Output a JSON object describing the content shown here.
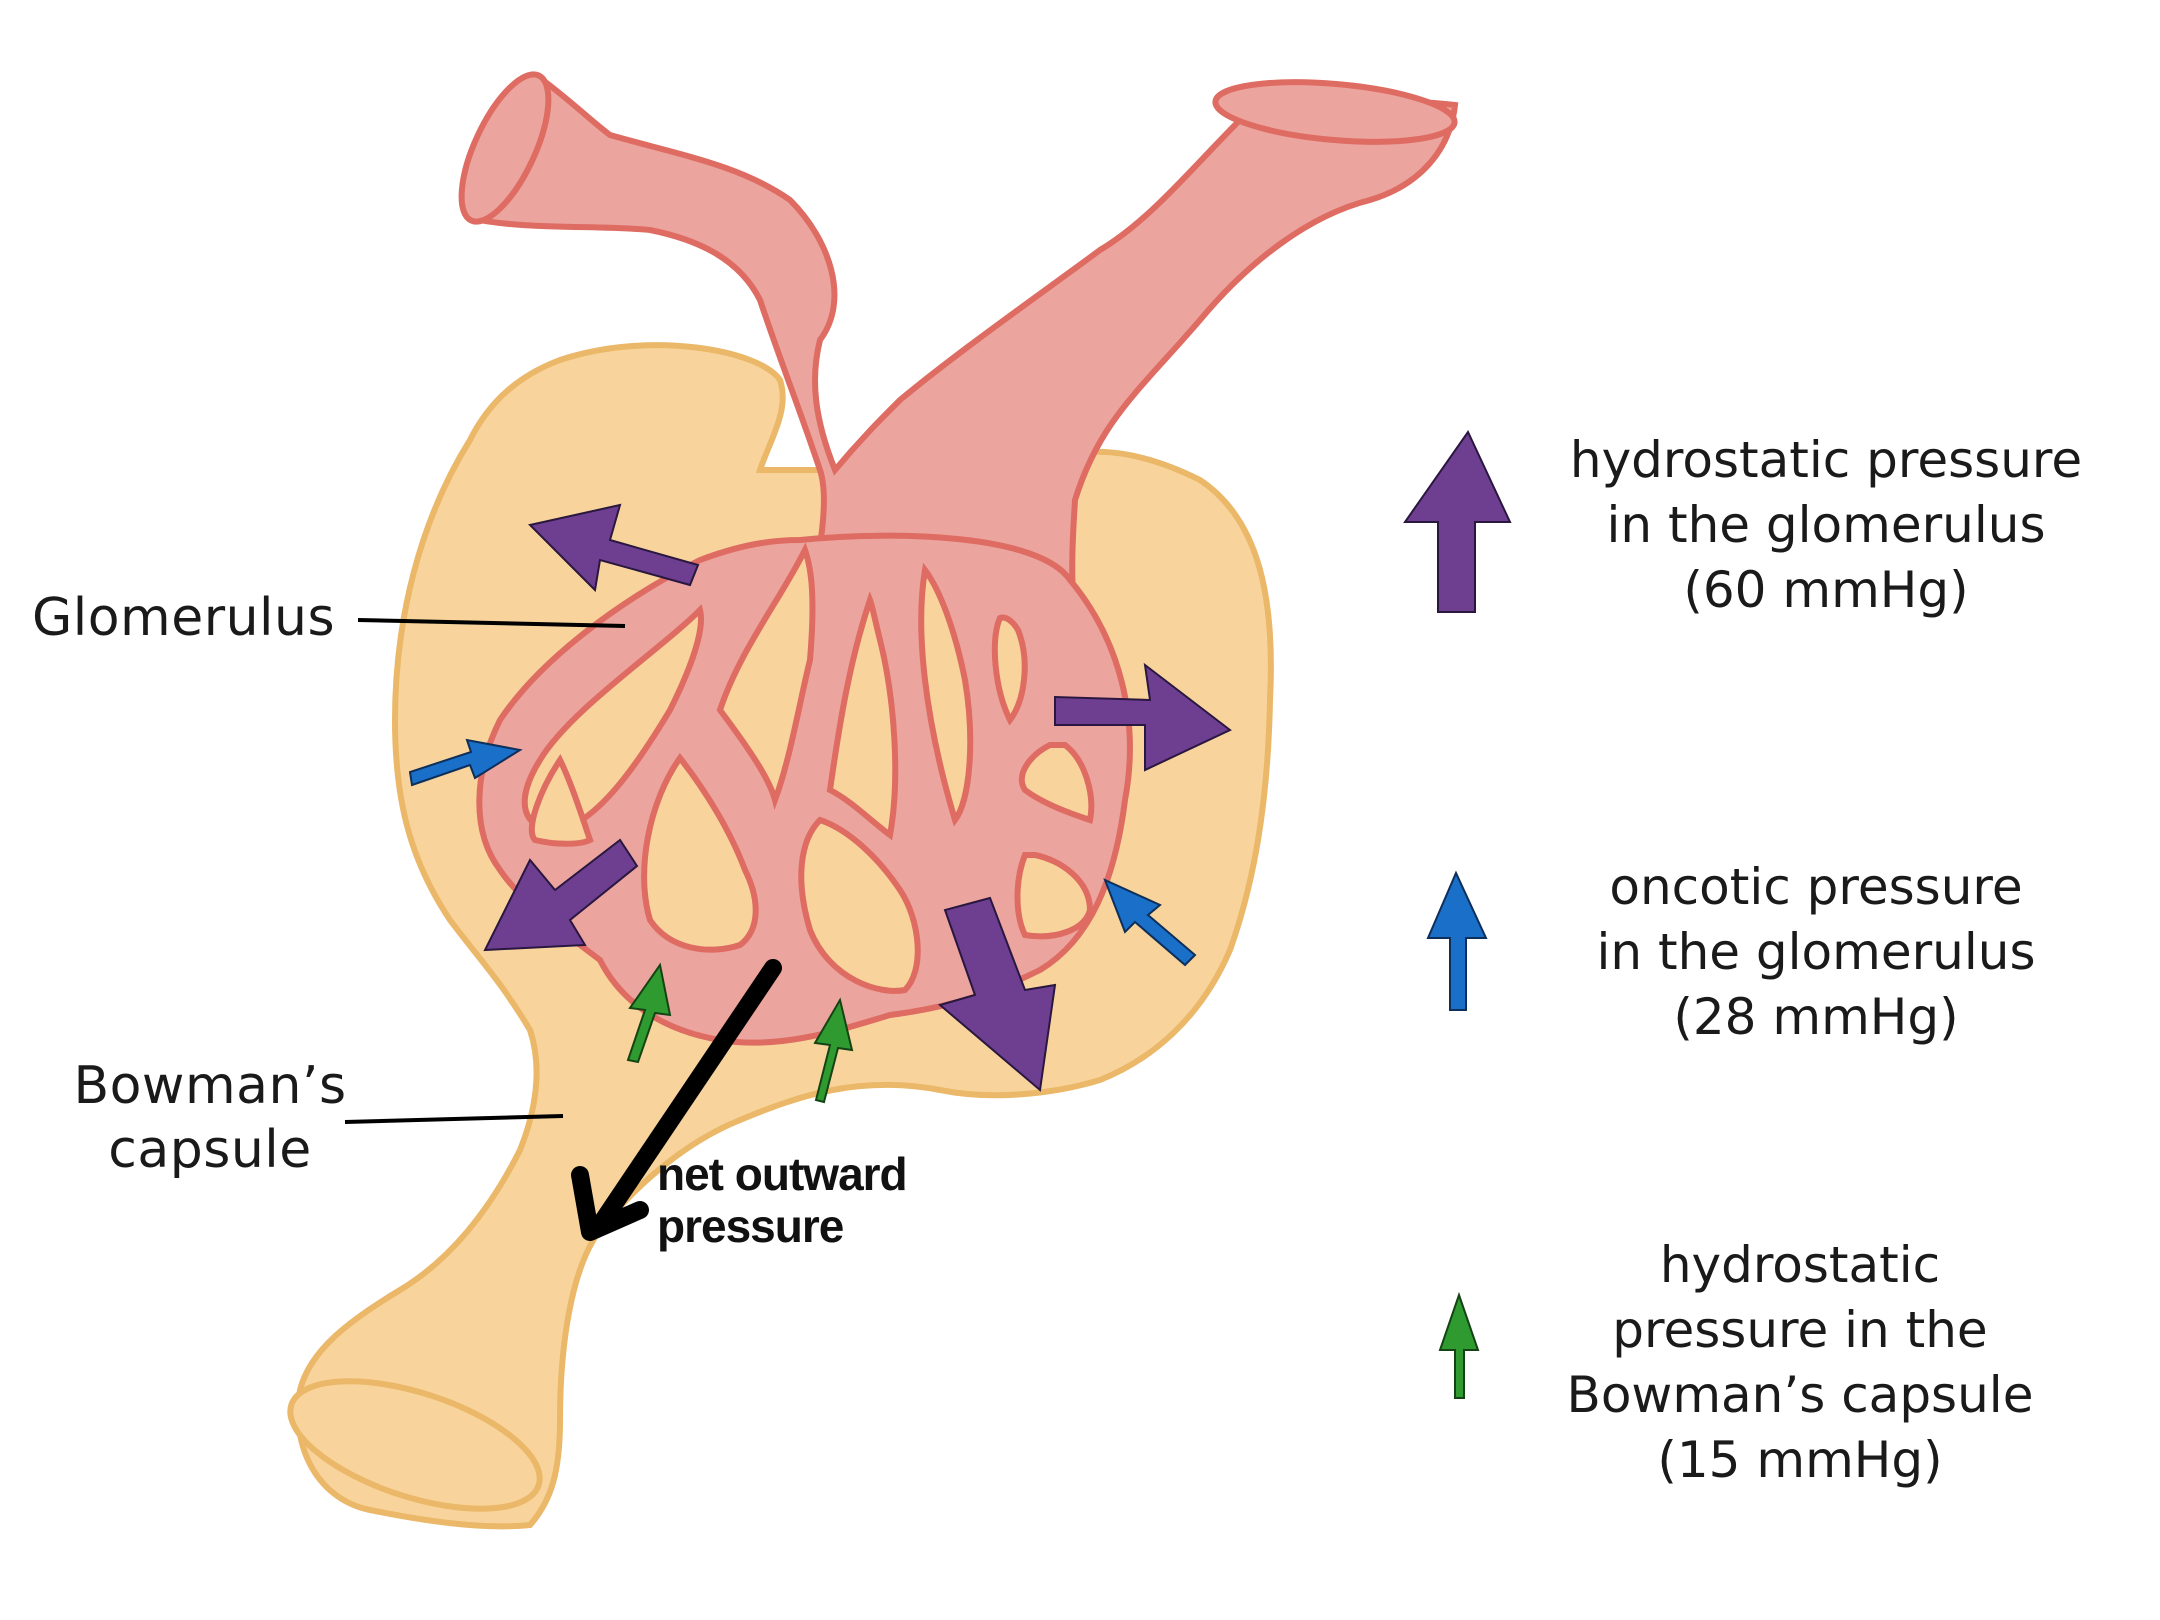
{
  "labels": {
    "glomerulus": "Glomerulus",
    "bowmans_capsule": [
      "Bowman’s",
      "capsule"
    ],
    "net_outward": [
      "net outward",
      "pressure"
    ]
  },
  "legend": [
    {
      "lines": [
        "hydrostatic pressure",
        "in the glomerulus",
        "(60 mmHg)"
      ],
      "color": "#6e3f91",
      "icon": "purple-arrow-icon"
    },
    {
      "lines": [
        "oncotic pressure",
        "in the glomerulus",
        "(28 mmHg)"
      ],
      "color": "#1a6fc9",
      "icon": "blue-arrow-icon"
    },
    {
      "lines": [
        "hydrostatic",
        "pressure in the",
        "Bowman’s capsule",
        "(15 mmHg)"
      ],
      "color": "#2f9a2f",
      "icon": "green-arrow-icon"
    }
  ],
  "colors": {
    "capsule_fill": "#f8d49c",
    "capsule_stroke": "#eab868",
    "vessel_fill": "#eba49e",
    "vessel_stroke": "#de6c62",
    "purple": "#6e3f91",
    "blue": "#1a6fc9",
    "green": "#2f9a2f",
    "net_arrow": "#000000"
  }
}
